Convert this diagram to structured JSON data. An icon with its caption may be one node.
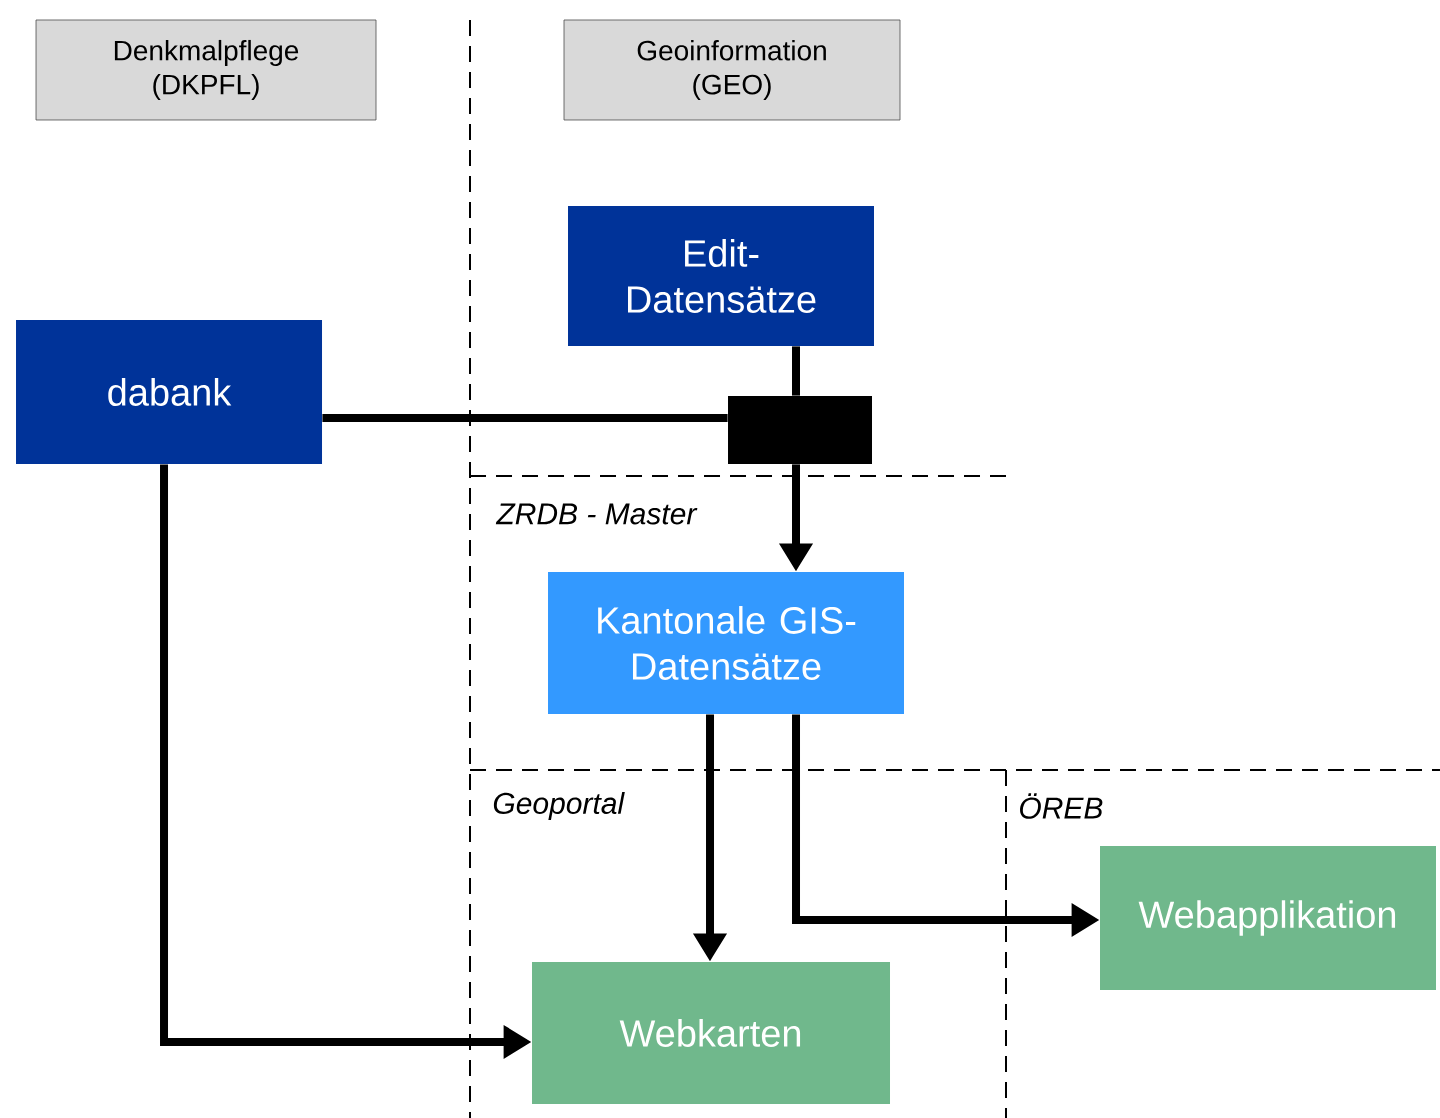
{
  "diagram": {
    "nodes": [
      {
        "text": [
          "Denkmalpflege (DKPFL)"
        ]
      },
      {
        "text": [
          "Geoinformation (GEO)"
        ]
      },
      {
        "text": [
          "Edit-Datensätze"
        ]
      },
      {
        "text": [
          "dabank"
        ]
      },
      {
        "text": [],
        "shape": "box"
      },
      {
        "text": [
          "Kantonale GIS-Datensätze"
        ]
      },
      {
        "text": [
          "Webapplikation"
        ]
      },
      {
        "text": [
          "Webkarten"
        ]
      }
    ],
    "edges": [
      {
        "from": 3,
        "to": 4,
        "arrow": "none"
      },
      {
        "from": 2,
        "to": 4,
        "arrow": "none"
      },
      {
        "from": 4,
        "to": 5,
        "arrow": "to"
      },
      {
        "from": 5,
        "to": 7,
        "arrow": "to"
      },
      {
        "from": 5,
        "to": 6,
        "arrow": "to"
      },
      {
        "from": 3,
        "to": 7,
        "arrow": "to"
      }
    ],
    "labels": [
      "ZRDB - Master",
      "Geoportal",
      "ÖREB"
    ]
  }
}
